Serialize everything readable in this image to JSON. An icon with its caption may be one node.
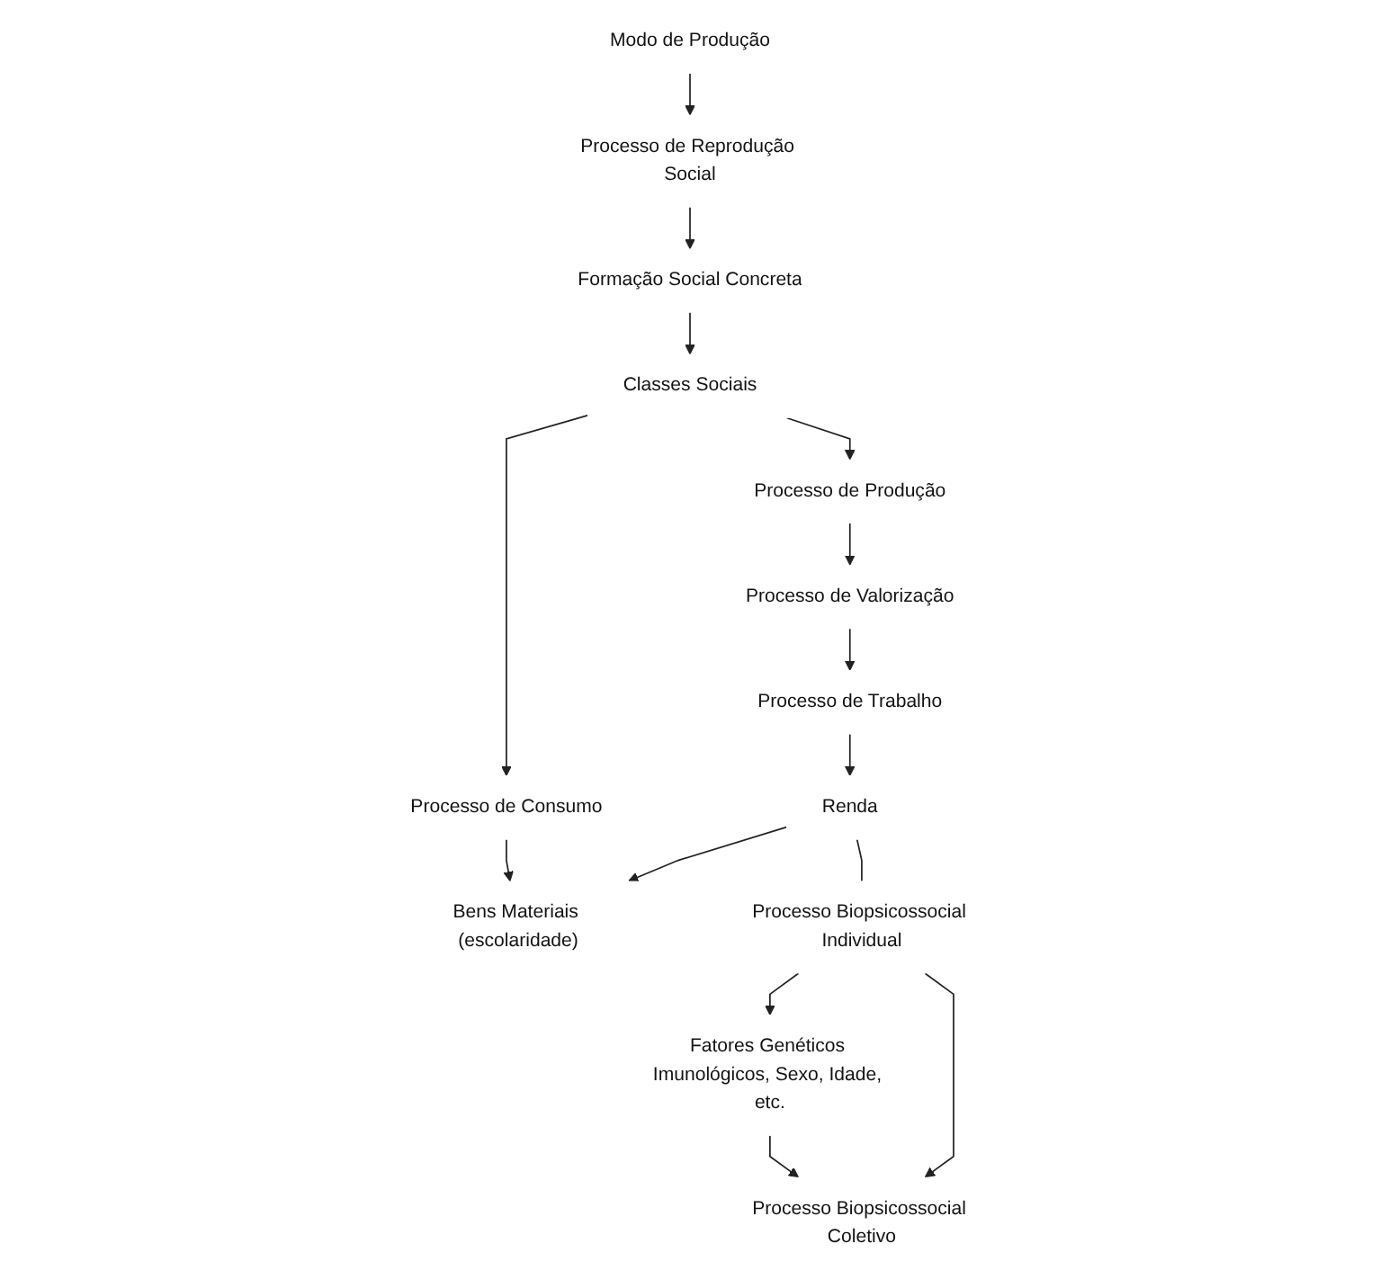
{
  "diagram": {
    "nodes": [
      {
        "text": [
          "Modo de Produção"
        ]
      },
      {
        "text": [
          "Processo de Reprodução Social"
        ]
      },
      {
        "text": [
          "Formação Social Concreta"
        ]
      },
      {
        "text": [
          "Classes Sociais"
        ]
      },
      {
        "text": [
          "Processo de Produção"
        ]
      },
      {
        "text": [
          "Processo de Valorização"
        ]
      },
      {
        "text": [
          "Processo de Consumo"
        ]
      },
      {
        "text": [
          "Processo de Trabalho"
        ]
      },
      {
        "text": [
          "Renda"
        ]
      },
      {
        "text": [
          "Bens Materiais (escolaridade)"
        ]
      },
      {
        "text": [
          "Processo Biopsicossocial Individual"
        ]
      },
      {
        "text": [
          "Fatores Genéticos Imunológicos, Sexo, Idade, etc."
        ]
      },
      {
        "text": [
          "Processo Biopsicossocial Coletivo"
        ]
      }
    ],
    "edges": [
      {
        "from": 0,
        "to": 1,
        "arrow": "to"
      },
      {
        "from": 1,
        "to": 2,
        "arrow": "to"
      },
      {
        "from": 2,
        "to": 3,
        "arrow": "to"
      },
      {
        "from": 3,
        "to": 4,
        "arrow": "to"
      },
      {
        "from": 3,
        "to": 6,
        "arrow": "to"
      },
      {
        "from": 4,
        "to": 5,
        "arrow": "to"
      },
      {
        "from": 5,
        "to": 7,
        "arrow": "to"
      },
      {
        "from": 7,
        "to": 8,
        "arrow": "to"
      },
      {
        "from": 8,
        "to": 9,
        "arrow": "to"
      },
      {
        "from": 6,
        "to": 9,
        "arrow": "to"
      },
      {
        "from": 8,
        "to": 10,
        "arrow": "none"
      },
      {
        "from": 10,
        "to": 11,
        "arrow": "to"
      },
      {
        "from": 10,
        "to": 12,
        "arrow": "to"
      },
      {
        "from": 11,
        "to": 12,
        "arrow": "to"
      }
    ]
  }
}
